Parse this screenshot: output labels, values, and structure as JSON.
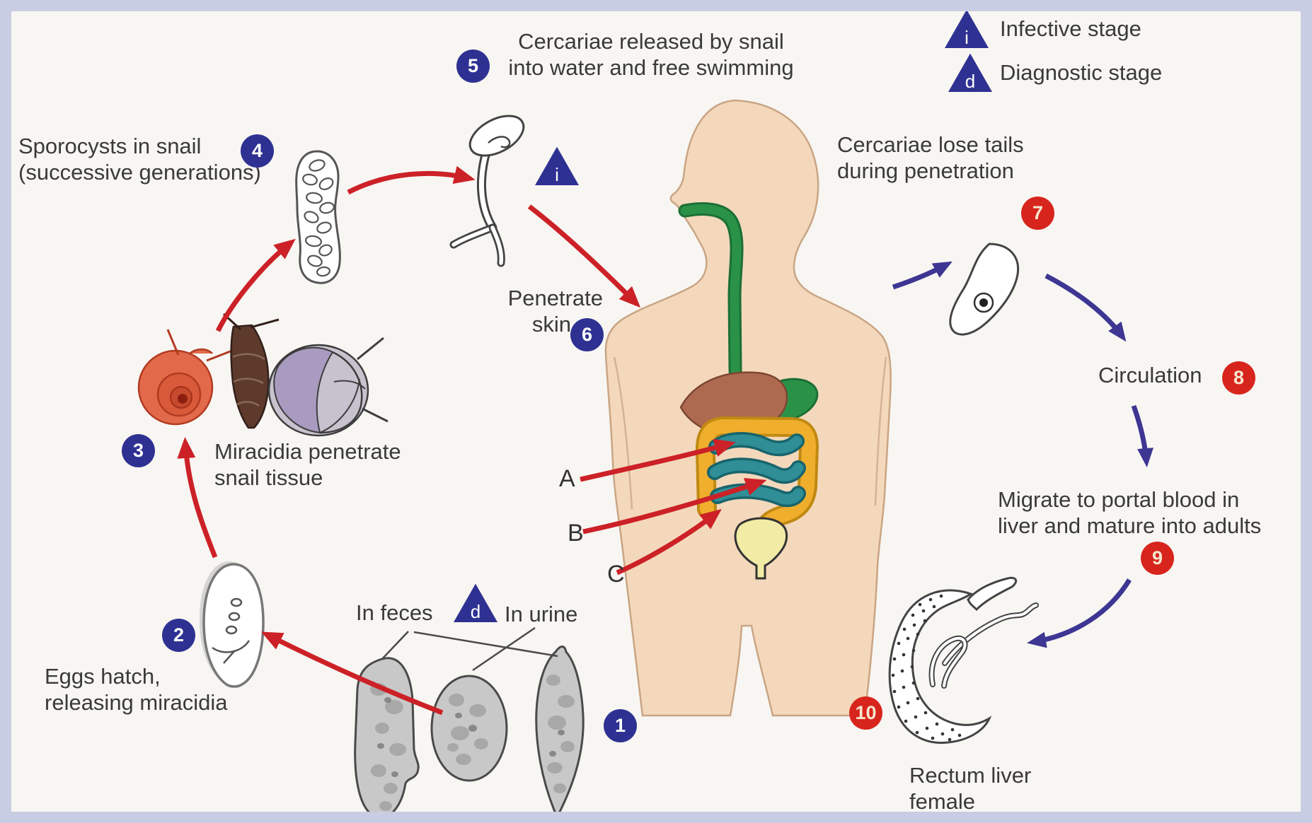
{
  "palette": {
    "frame": "#c9cde3",
    "canvas": "#f8f6f2",
    "blue_badge": "#2e3192",
    "red_badge": "#d7251d",
    "red_arrow": "#cc2127",
    "purple_arrow": "#3d3693",
    "text": "#3a3a3a",
    "skin": "#f4d8bc",
    "liver": "#ae6a50",
    "esophagus_green": "#2a9247",
    "intestine_teal": "#2f8e96",
    "colon_yellow": "#f0ae2d",
    "bladder_yellow": "#f2eba6"
  },
  "legend": {
    "infective": {
      "symbol": "i",
      "label": "Infective stage"
    },
    "diagnostic": {
      "symbol": "d",
      "label": "Diagnostic stage"
    }
  },
  "stages": {
    "1": {
      "num": "1"
    },
    "2": {
      "num": "2",
      "label": "Eggs hatch,\nreleasing miracidia"
    },
    "3": {
      "num": "3",
      "label": "Miracidia penetrate\nsnail tissue"
    },
    "4": {
      "num": "4",
      "label": "Sporocysts in snail\n(successive generations)"
    },
    "5": {
      "num": "5",
      "label": "Cercariae released by snail\ninto water and free swimming"
    },
    "6": {
      "num": "6",
      "label1": "Penetrate",
      "label2": "skin"
    },
    "7": {
      "num": "7",
      "label": "Cercariae lose tails\nduring penetration"
    },
    "8": {
      "num": "8",
      "label": "Circulation"
    },
    "9": {
      "num": "9",
      "label": "Migrate to portal blood in\nliver and mature into adults"
    },
    "10": {
      "num": "10",
      "label": "Rectum liver\nfemale"
    }
  },
  "markers": {
    "in_feces": "In feces",
    "in_urine": "In urine",
    "diag_symbol": "d",
    "infect_symbol": "i"
  },
  "organ_pointers": {
    "a": "A",
    "b": "B",
    "c": "C"
  }
}
